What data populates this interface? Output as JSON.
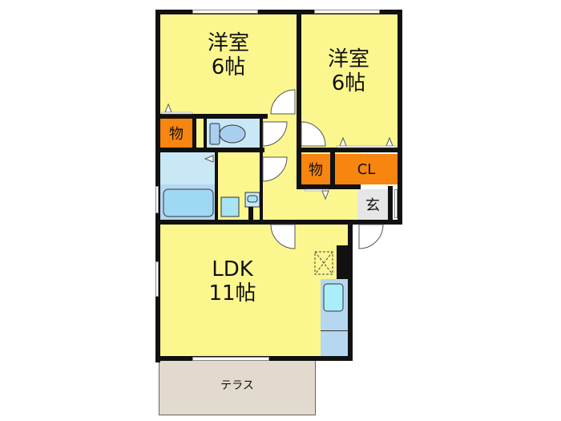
{
  "floorplan": {
    "rooms": {
      "western_room_1": {
        "name": "洋室",
        "size": "6帖"
      },
      "western_room_2": {
        "name": "洋室",
        "size": "6帖"
      },
      "ldk": {
        "name": "LDK",
        "size": "11帖"
      },
      "storage_1": {
        "label": "物"
      },
      "storage_2": {
        "label": "物"
      },
      "closet": {
        "label": "CL"
      },
      "entrance": {
        "label": "玄"
      },
      "terrace": {
        "label": "テラス"
      }
    },
    "colors": {
      "room": "#fbf68e",
      "wet_area": "#c8e8f6",
      "storage": "#f7850f",
      "entrance": "#e6e6e6",
      "terrace": "#e2d9cf",
      "wall": "#111111"
    }
  }
}
